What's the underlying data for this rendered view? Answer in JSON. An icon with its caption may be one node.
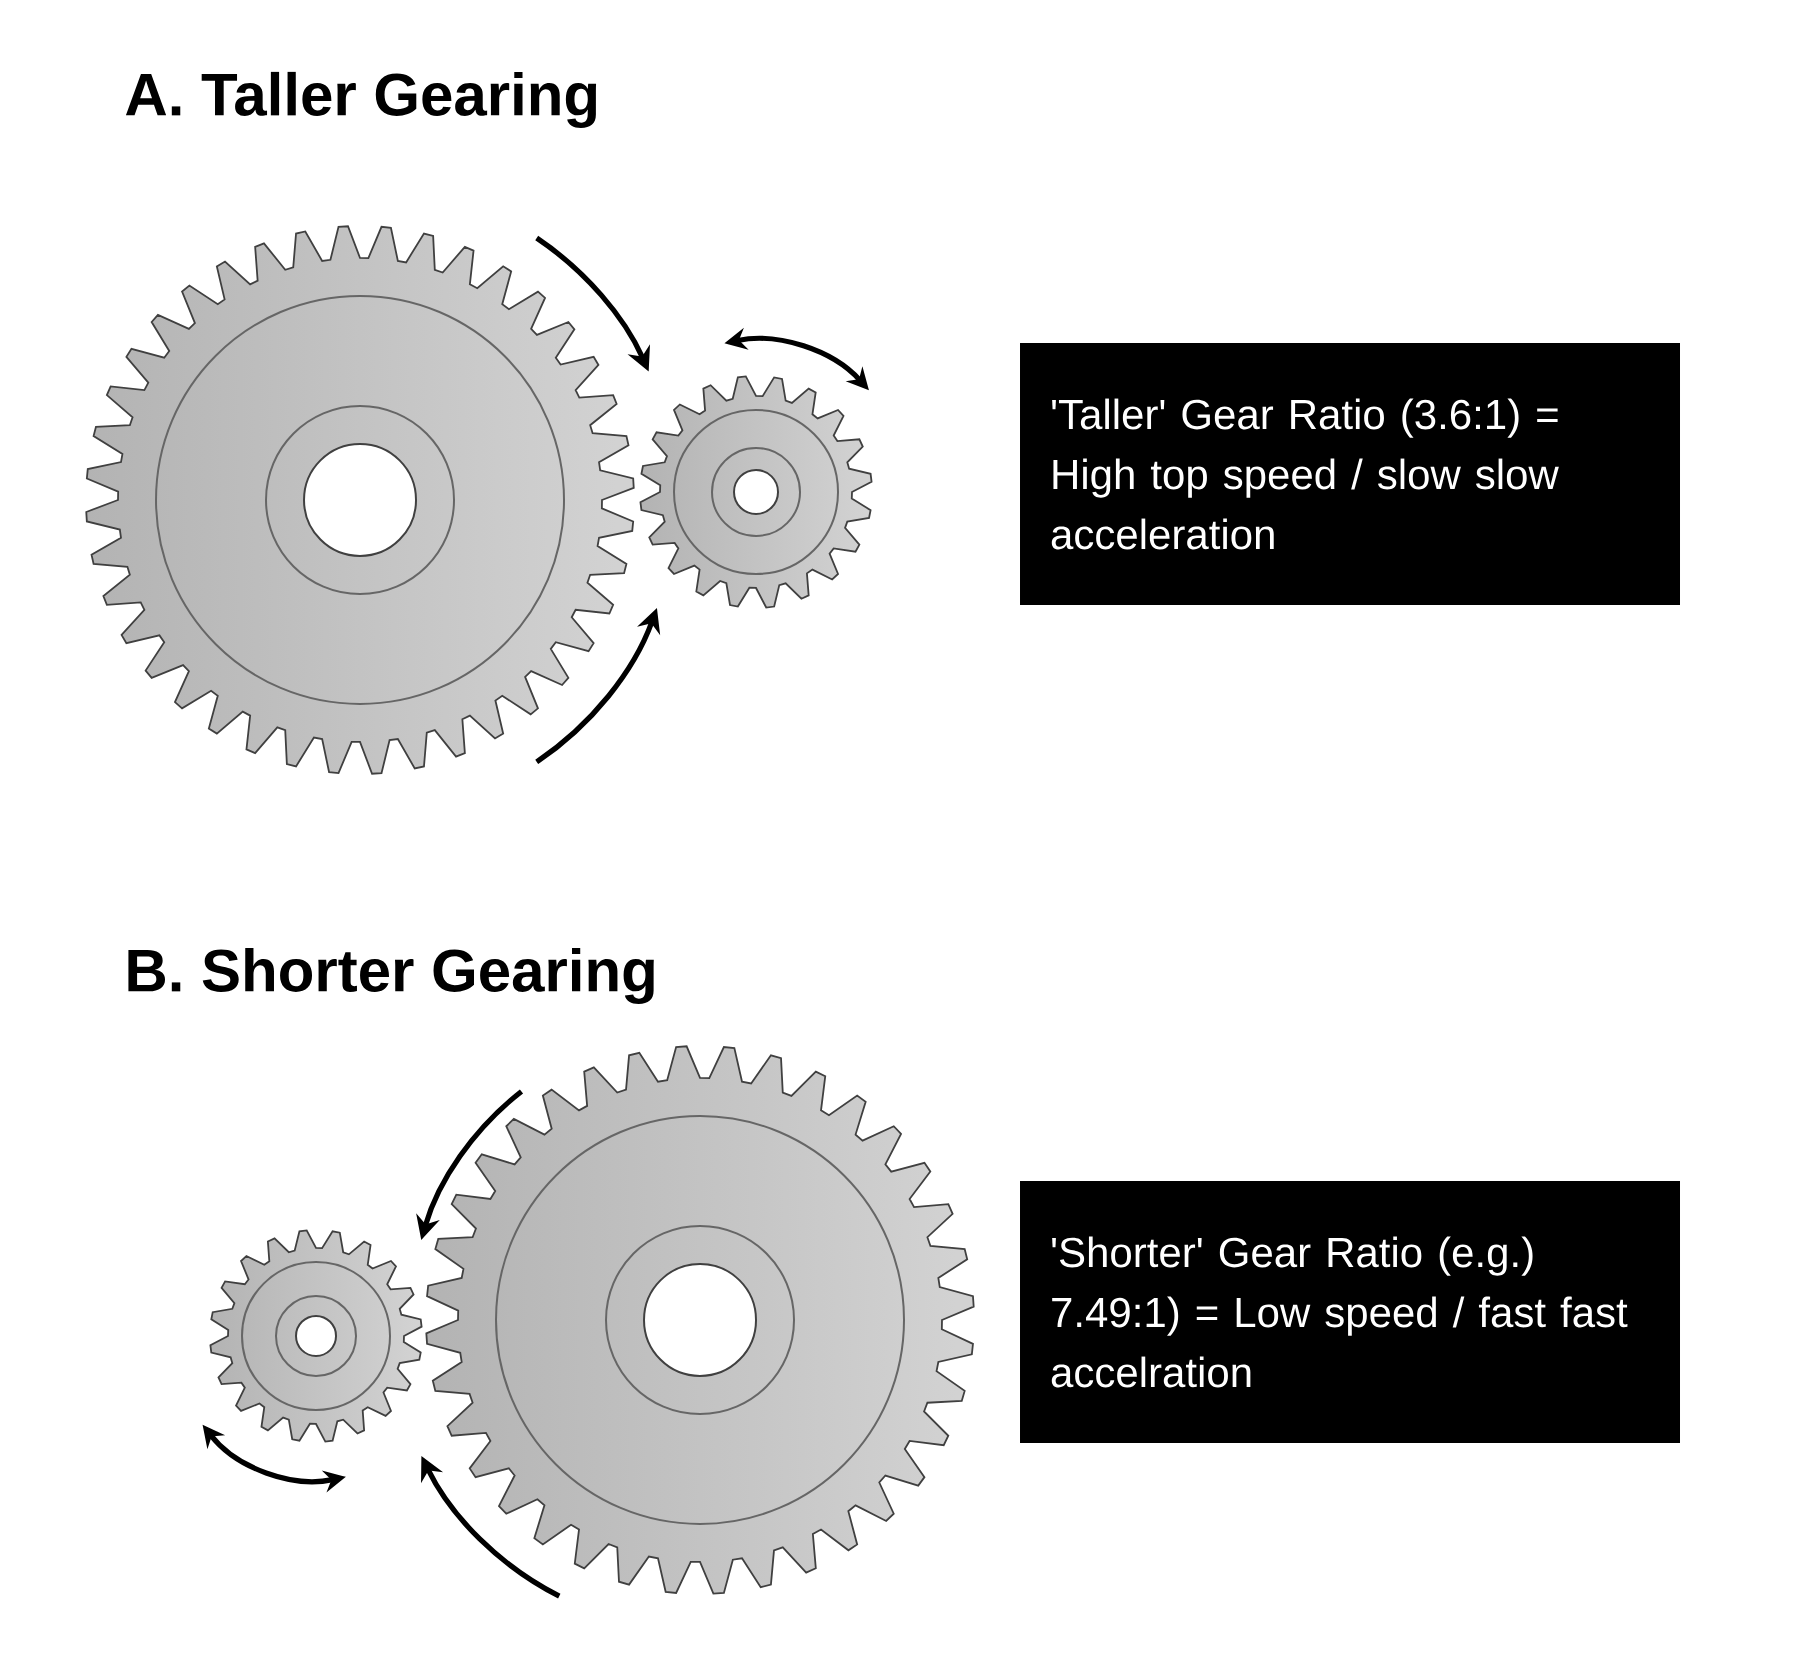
{
  "diagram": {
    "nodes": [
      {
        "text": [
          "'Taller' Gear Ratio (3.6:1) = High top speed / slow slow acceleration"
        ]
      },
      {
        "text": [
          "'Shorter' Gear Ratio (e.g.) 7.49:1) = Low speed / fast fast accelration"
        ]
      }
    ],
    "labels": [
      "A. Taller Gearing",
      "B. Shorter Gearing"
    ]
  }
}
